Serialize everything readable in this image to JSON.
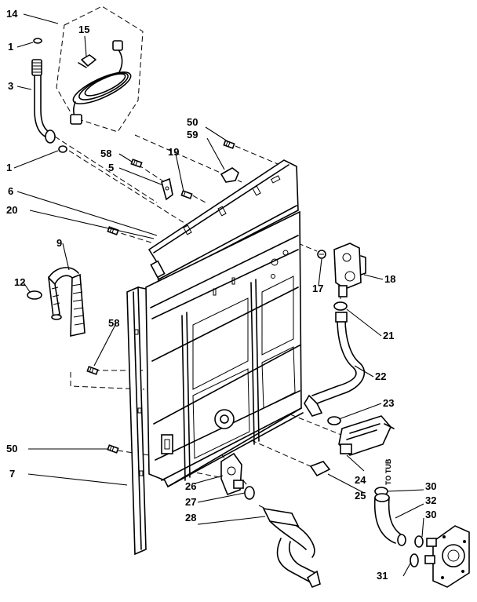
{
  "labels": {
    "l14": "14",
    "l15": "15",
    "l1a": "1",
    "l3": "3",
    "l1b": "1",
    "l50a": "50",
    "l59": "59",
    "l58a": "58",
    "l19": "19",
    "l5": "5",
    "l6": "6",
    "l20": "20",
    "l9": "9",
    "l12": "12",
    "l17": "17",
    "l18": "18",
    "l58b": "58",
    "l21": "21",
    "l22": "22",
    "l23": "23",
    "l50b": "50",
    "l7": "7",
    "l24": "24",
    "l25": "25",
    "l26": "26",
    "l27": "27",
    "l28": "28",
    "l30a": "30",
    "l32": "32",
    "l30b": "30",
    "l31": "31"
  },
  "annotation": {
    "to_tub": "TO TUB"
  }
}
